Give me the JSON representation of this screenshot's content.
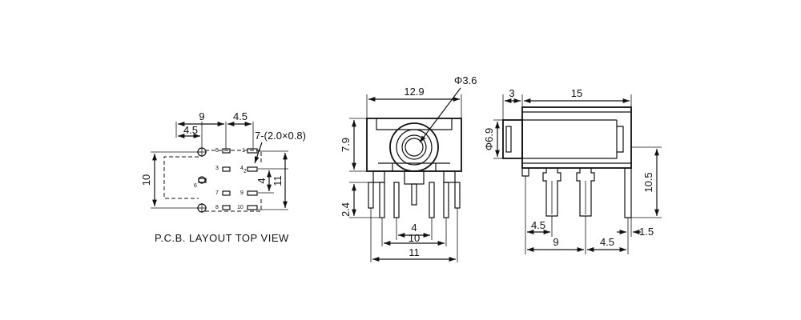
{
  "pcb": {
    "caption": "P.C.B. LAYOUT TOP VIEW",
    "dim_top_9": "9",
    "dim_top_4_5a": "4.5",
    "dim_top_4_5b": "4.5",
    "dim_hole_note": "7-(2.0×0.8)",
    "dim_left_10": "10",
    "dim_right_4": "4",
    "dim_right_11": "11",
    "pin_labels": [
      "5",
      "1",
      "3",
      "4",
      "2",
      "6",
      "7",
      "9",
      "8",
      "10"
    ]
  },
  "front": {
    "dim_width_12_9": "12.9",
    "dim_hole_3_6": "Φ3.6",
    "dim_height_7_9": "7.9",
    "dim_pin_2_4": "2.4",
    "dim_pin_4": "4",
    "dim_pin_10": "10",
    "dim_base_11": "11"
  },
  "side": {
    "dim_nose_3": "3",
    "dim_body_15": "15",
    "dim_dia_6_9": "Φ6.9",
    "dim_height_10_5": "10.5",
    "dim_pin_4_5a": "4.5",
    "dim_pin_9": "9",
    "dim_pin_4_5b": "4.5",
    "dim_pin_1_5": "1.5"
  }
}
